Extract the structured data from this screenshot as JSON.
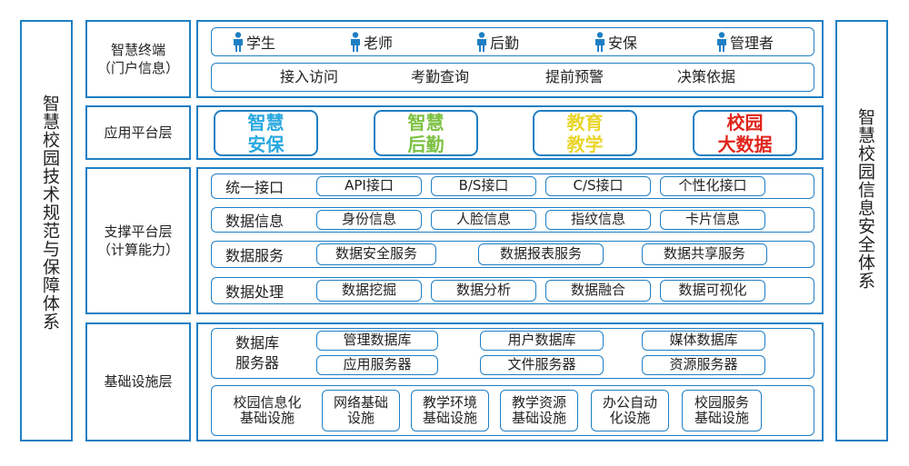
{
  "left_side": "智慧校园技术规范与保障体系",
  "right_side": "智慧校园信息安全体系",
  "layers": {
    "terminal": "智慧终端\n（门户信息）",
    "application": "应用平台层",
    "support": "支撑平台层\n（计算能力）",
    "foundation": "基础设施层"
  },
  "roles": [
    "学生",
    "老师",
    "后勤",
    "安保",
    "管理者"
  ],
  "portal_functions": [
    "接入访问",
    "考勤查询",
    "提前预警",
    "决策依据"
  ],
  "apps": [
    {
      "label": "智慧\n安保",
      "color": "#29a8e0"
    },
    {
      "label": "智慧\n后勤",
      "color": "#7cc142"
    },
    {
      "label": "教育\n教学",
      "color": "#e9d52b"
    },
    {
      "label": "校园\n大数据",
      "color": "#e0251c"
    }
  ],
  "support_rows": [
    {
      "title": "统一接口",
      "items": [
        "API接口",
        "B/S接口",
        "C/S接口",
        "个性化接口"
      ]
    },
    {
      "title": "数据信息",
      "items": [
        "身份信息",
        "人脸信息",
        "指纹信息",
        "卡片信息"
      ]
    },
    {
      "title": "数据服务",
      "items": [
        "数据安全服务",
        "数据报表服务",
        "数据共享服务"
      ]
    },
    {
      "title": "数据处理",
      "items": [
        "数据挖掘",
        "数据分析",
        "数据融合",
        "数据可视化"
      ]
    }
  ],
  "foundation": {
    "server_title": "数据库\n服务器",
    "databases": [
      "管理数据库",
      "用户数据库",
      "媒体数据库"
    ],
    "servers": [
      "应用服务器",
      "文件服务器",
      "资源服务器"
    ],
    "facilities": [
      "校园信息化\n基础设施",
      "网络基础\n设施",
      "教学环境\n基础设施",
      "教学资源\n基础设施",
      "办公自动\n化设施",
      "校园服务\n基础设施"
    ]
  }
}
